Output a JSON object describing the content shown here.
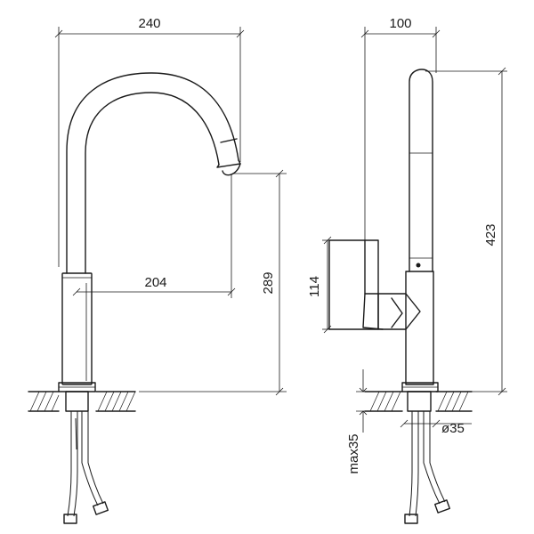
{
  "dimensions": {
    "spout_reach_total": "240",
    "spout_reach_center": "204",
    "spout_height": "289",
    "body_depth": "100",
    "total_height": "423",
    "lever_height": "114",
    "mounting_hole": "ø35",
    "max_deck_thickness": "max35"
  }
}
